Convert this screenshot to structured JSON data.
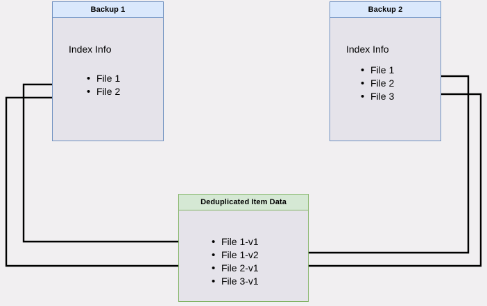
{
  "diagram": {
    "type": "flow-diagram",
    "title_semantic": "backup-deduplication-index-mapping",
    "background_color": "#f1eff1",
    "node_fill": "#e5e3ea",
    "blue_header_fill": "#dae8fc",
    "blue_border": "#6c8ebf",
    "green_header_fill": "#d5e8d4",
    "green_border": "#82b366",
    "edge_color": "#000000"
  },
  "nodes": {
    "backup1": {
      "title": "Backup 1",
      "section_label": "Index Info",
      "files": [
        "File 1",
        "File 2"
      ]
    },
    "backup2": {
      "title": "Backup 2",
      "section_label": "Index Info",
      "files": [
        "File 1",
        "File 2",
        "File 3"
      ]
    },
    "dedup": {
      "title": "Deduplicated Item Data",
      "items": [
        "File 1-v1",
        "File 1-v2",
        "File 2-v1",
        "File 3-v1"
      ]
    }
  },
  "edges": [
    {
      "id": "b1-file1-to-file1v1",
      "from": "Backup 1 / File 1",
      "to": "Deduplicated Item Data / File 1-v1",
      "direction": "left-around"
    },
    {
      "id": "b1-file2-to-file2v1",
      "from": "Backup 1 / File 2",
      "to": "Deduplicated Item Data / File 2-v1",
      "direction": "left-around"
    },
    {
      "id": "b2-file1-to-file1v2",
      "from": "Backup 2 / File 1",
      "to": "Deduplicated Item Data / File 1-v2",
      "direction": "right-around"
    },
    {
      "id": "b2-file2-to-file2v1",
      "from": "Backup 2 / File 2",
      "to": "Deduplicated Item Data / File 2-v1",
      "direction": "right-around"
    }
  ]
}
